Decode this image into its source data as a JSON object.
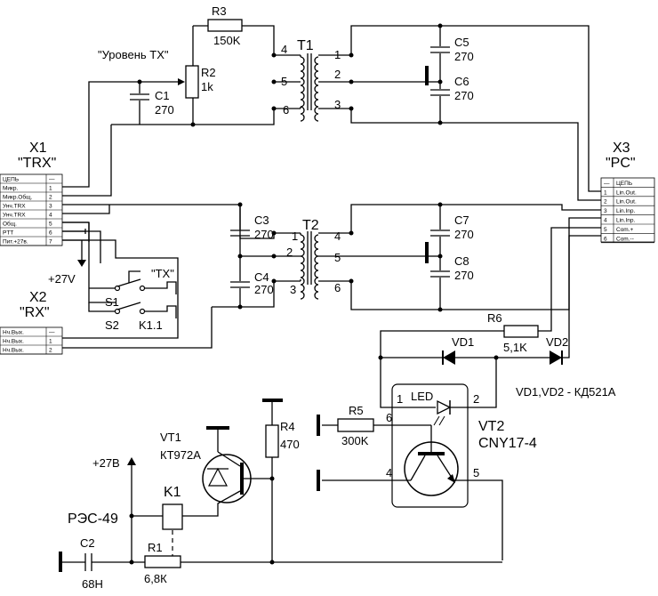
{
  "r3": {
    "ref": "R3",
    "value": "150K"
  },
  "level_note": "\"Уровень ТХ\"",
  "r2": {
    "ref": "R2",
    "value": "1k"
  },
  "c1": {
    "ref": "C1",
    "value": "270"
  },
  "t1": {
    "ref": "T1",
    "pins": [
      "4",
      "5",
      "6",
      "1",
      "2",
      "3"
    ]
  },
  "c5": {
    "ref": "C5",
    "value": "270"
  },
  "c6": {
    "ref": "C6",
    "value": "270"
  },
  "t2": {
    "ref": "T2",
    "pins": [
      "1",
      "2",
      "3",
      "4",
      "5",
      "6"
    ]
  },
  "c3": {
    "ref": "C3",
    "value": "270"
  },
  "c4": {
    "ref": "C4",
    "value": "270"
  },
  "c7": {
    "ref": "C7",
    "value": "270"
  },
  "c8": {
    "ref": "C8",
    "value": "270"
  },
  "x1": {
    "ref": "X1",
    "name": "\"TRX\"",
    "header": [
      "ЦЕПЬ",
      "—"
    ],
    "rows": [
      [
        "Микр.",
        "1"
      ],
      [
        "Микр.Общ.",
        "2"
      ],
      [
        "Унч.TRX",
        "3"
      ],
      [
        "Унч.TRX",
        "4"
      ],
      [
        "Общ.",
        "5"
      ],
      [
        "PTT",
        "6"
      ],
      [
        "Пит.+27в.",
        "7"
      ]
    ]
  },
  "x2": {
    "ref": "X2",
    "name": "\"RX\"",
    "header": [
      "Нч.Вых.",
      "—"
    ],
    "rows": [
      [
        "Нч.Вых.",
        "1"
      ],
      [
        "Нч.Вых.",
        "2"
      ]
    ]
  },
  "x3": {
    "ref": "X3",
    "name": "\"PC\"",
    "header": [
      "—",
      "ЦЕПЬ"
    ],
    "rows": [
      [
        "1",
        "Lin.Out."
      ],
      [
        "2",
        "Lin.Out."
      ],
      [
        "3",
        "Lin.Inp."
      ],
      [
        "4",
        "Lin.Inp."
      ],
      [
        "5",
        "Com.+"
      ],
      [
        "6",
        "Com.--"
      ]
    ]
  },
  "plus27v_arrow": "+27V",
  "s1": "S1",
  "s2": "S2",
  "tx_note": "\"TX\"",
  "k1_1": "K1.1",
  "r6": {
    "ref": "R6",
    "value": "5,1K"
  },
  "vd1": "VD1",
  "vd2": "VD2",
  "vd_note": "VD1,VD2 - КД521А",
  "led": "LED",
  "vt2": {
    "ref": "VT2",
    "name": "CNY17-4",
    "pins": [
      "1",
      "2",
      "6",
      "4",
      "5"
    ]
  },
  "r5": {
    "ref": "R5",
    "value": "300K"
  },
  "vt1": {
    "ref": "VT1",
    "name": "КТ972А"
  },
  "r4": {
    "ref": "R4",
    "value": "470"
  },
  "plus27v": "+27В",
  "k1": {
    "ref": "K1",
    "type": "РЭС-49"
  },
  "c2": {
    "ref": "C2",
    "value": "68Н"
  },
  "r1": {
    "ref": "R1",
    "value": "6,8К"
  }
}
